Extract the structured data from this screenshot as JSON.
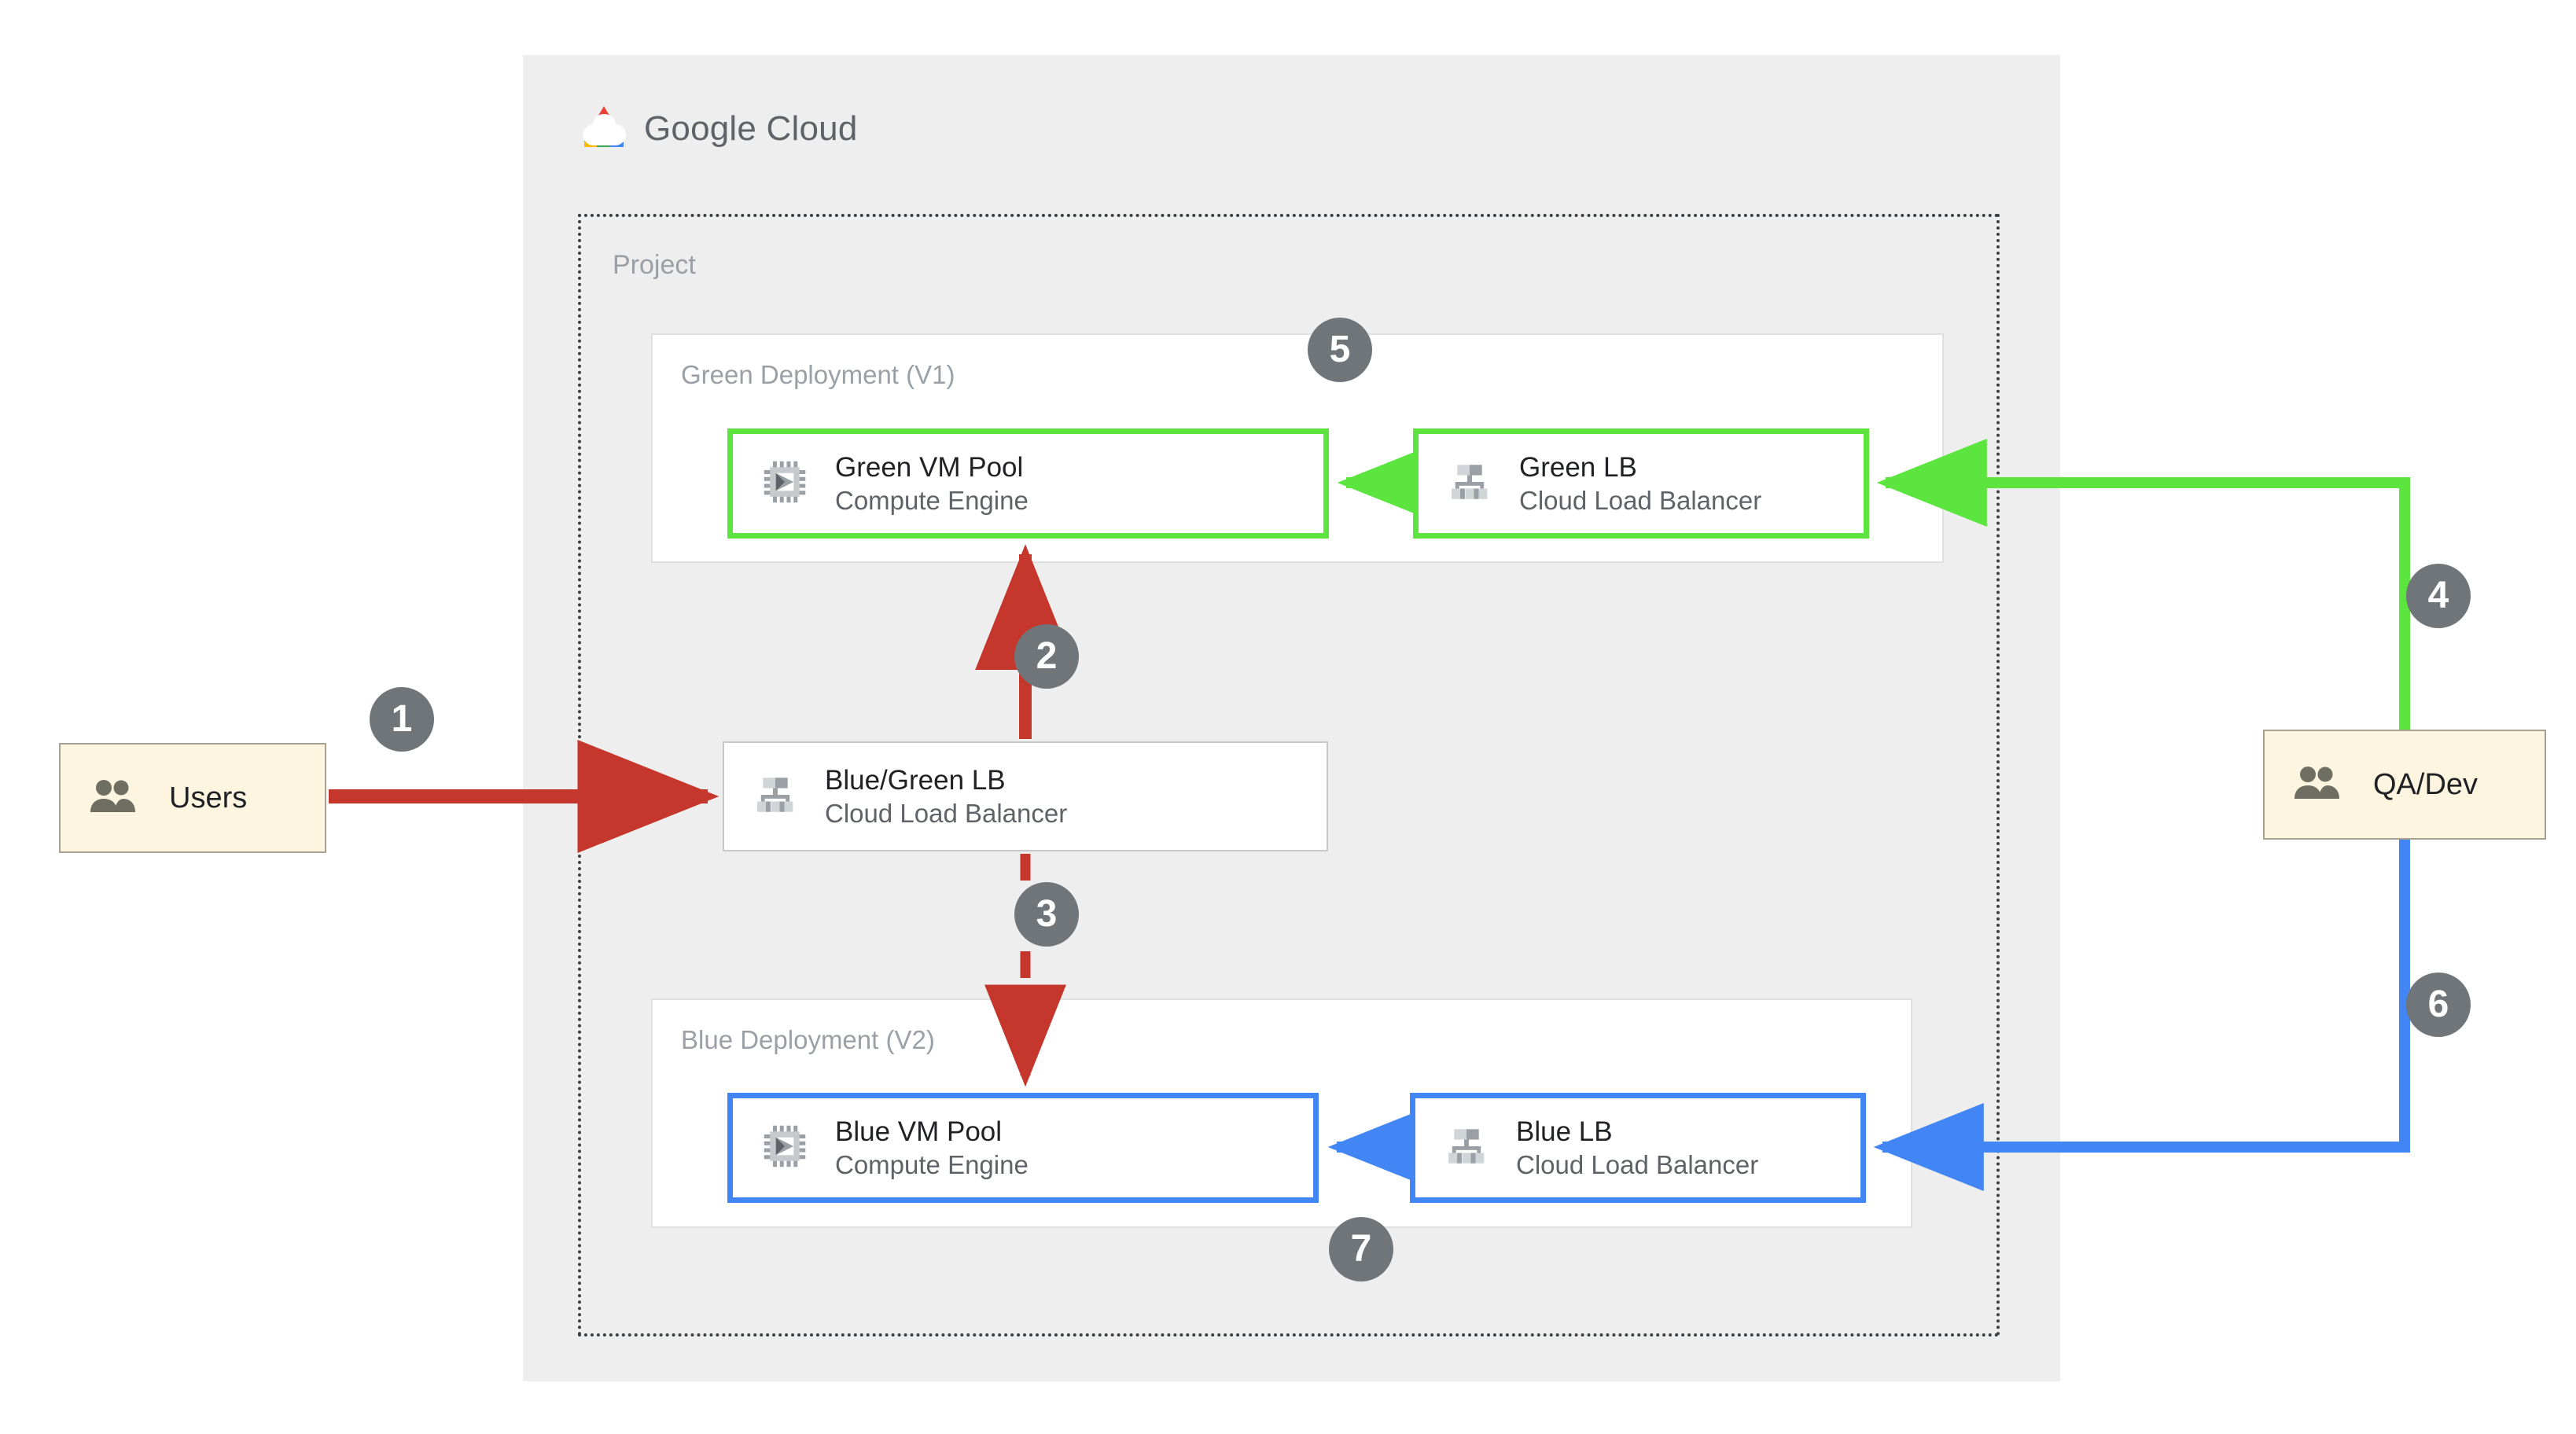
{
  "cloud": {
    "brand_name_1": "Google",
    "brand_name_2": "Cloud",
    "logo_icon": "google-cloud-logo",
    "colors": {
      "logo_red": "#ea4335",
      "logo_blue": "#4285f4",
      "logo_yellow": "#fbbc04",
      "logo_green": "#34a853",
      "panel_bg": "#eeeeee",
      "green_accent": "#5ce53f",
      "blue_accent": "#4285f4",
      "red_accent": "#c5372c",
      "badge_gray": "#70757a",
      "actor_bg": "#fdf5e0"
    }
  },
  "project": {
    "label": "Project"
  },
  "deployments": [
    {
      "id": "green",
      "label": "Green Deployment (V1)"
    },
    {
      "id": "blue",
      "label": "Blue Deployment (V2)"
    }
  ],
  "nodes": [
    {
      "id": "green-vm",
      "title": "Green VM Pool",
      "subtitle": "Compute Engine",
      "icon": "compute-engine-icon",
      "accent": "green"
    },
    {
      "id": "green-lb",
      "title": "Green LB",
      "subtitle": "Cloud Load Balancer",
      "icon": "cloud-load-balancer-icon",
      "accent": "green"
    },
    {
      "id": "bg-lb",
      "title": "Blue/Green LB",
      "subtitle": "Cloud Load Balancer",
      "icon": "cloud-load-balancer-icon",
      "accent": "none"
    },
    {
      "id": "blue-vm",
      "title": "Blue VM Pool",
      "subtitle": "Compute Engine",
      "icon": "compute-engine-icon",
      "accent": "blue"
    },
    {
      "id": "blue-lb",
      "title": "Blue LB",
      "subtitle": "Cloud Load Balancer",
      "icon": "cloud-load-balancer-icon",
      "accent": "blue"
    }
  ],
  "actors": [
    {
      "id": "users",
      "title": "Users",
      "icon": "people-icon"
    },
    {
      "id": "qa-dev",
      "title": "QA/Dev",
      "icon": "people-icon"
    }
  ],
  "steps": [
    {
      "number": "1",
      "from": "users",
      "to": "bg-lb",
      "color": "#c5372c",
      "style": "solid"
    },
    {
      "number": "2",
      "from": "bg-lb",
      "to": "green-vm",
      "color": "#c5372c",
      "style": "solid"
    },
    {
      "number": "3",
      "from": "bg-lb",
      "to": "blue-vm",
      "color": "#c5372c",
      "style": "dashed"
    },
    {
      "number": "4",
      "from": "qa-dev",
      "to": "green-lb",
      "color": "#5ce53f",
      "style": "solid"
    },
    {
      "number": "5",
      "from": "green-lb",
      "to": "green-vm",
      "color": "#5ce53f",
      "style": "solid"
    },
    {
      "number": "6",
      "from": "qa-dev",
      "to": "blue-lb",
      "color": "#4285f4",
      "style": "solid"
    },
    {
      "number": "7",
      "from": "blue-lb",
      "to": "blue-vm",
      "color": "#4285f4",
      "style": "solid"
    }
  ]
}
